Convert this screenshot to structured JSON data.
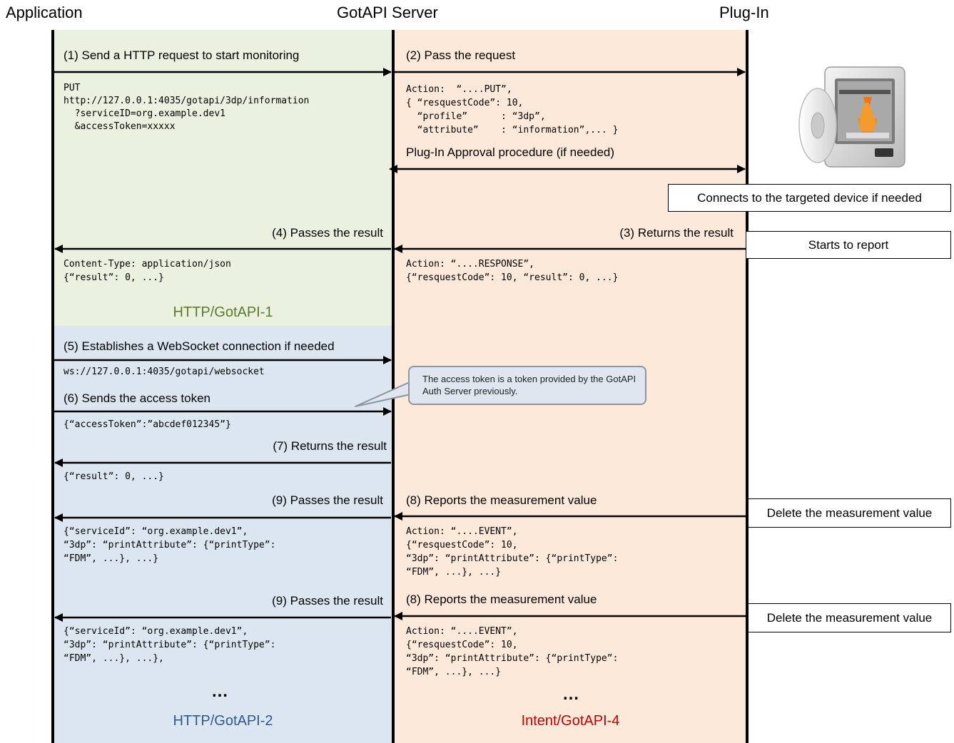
{
  "headers": {
    "application": "Application",
    "server": "GotAPI Server",
    "plugin": "Plug-In"
  },
  "colors": {
    "green_region": "#ebf1df",
    "blue_region": "#dce6f1",
    "peach_region": "#fde9d9",
    "green_text": "#5b7a2e",
    "blue_text": "#2e5a8e",
    "red_text": "#c00000"
  },
  "messages": {
    "m1": "(1) Send a HTTP request to start monitoring",
    "m2": "(2) Pass the request",
    "approval": "Plug-In Approval procedure (if needed)",
    "m3": "(3) Returns the result",
    "m4": "(4) Passes the result",
    "m5": "(5) Establishes a WebSocket connection if needed",
    "m6": "(6) Sends the access token",
    "m7": "(7) Returns the result",
    "m8a": "(8) Reports the measurement value",
    "m9a": "(9) Passes the result",
    "m8b": "(8) Reports the measurement value",
    "m9b": "(9) Passes the result"
  },
  "code": {
    "c1": "PUT\nhttp://127.0.0.1:4035/gotapi/3dp/information\n  ?serviceID=org.example.dev1\n  &accessToken=xxxxx",
    "c2": "Action:  “....PUT”,\n{ “resquestCode”: 10,\n  “profile”      : “3dp”,\n  “attribute”    : “information”,... }",
    "c4": "Content-Type: application/json\n{“result”: 0, ...}",
    "c3": "Action: “....RESPONSE”,\n{“resquestCode”: 10, “result”: 0, ...}",
    "c5": "ws://127.0.0.1:4035/gotapi/websocket",
    "c6": "{“accessToken”:”abcdef012345”}",
    "c7": "{“result”: 0, ...}",
    "c9a": "{“serviceId”: “org.example.dev1”,\n“3dp”: “printAttribute”: {“printType”:\n“FDM”, ...}, ...}",
    "c8a": "Action: “....EVENT”,\n{“resquestCode”: 10,\n“3dp”: “printAttribute”: {“printType”:\n“FDM”, ...}, ...}",
    "c9b": "{“serviceId”: “org.example.dev1”,\n“3dp”: “printAttribute”: {“printType”:\n“FDM”, ...}, ...},",
    "c8b": "Action: “....EVENT”,\n{“resquestCode”: 10,\n“3dp”: “printAttribute”: {“printType”:\n“FDM”, ...}, ...}"
  },
  "boxes": {
    "connects": "Connects to the targeted device if needed",
    "starts": "Starts to report",
    "delete1": "Delete the measurement value",
    "delete2": "Delete the measurement value"
  },
  "callout": "The access token is a token provided by the GotAPI Auth Server previously.",
  "protocols": {
    "http1": "HTTP/GotAPI-1",
    "http2": "HTTP/GotAPI-2",
    "intent4": "Intent/GotAPI-4"
  },
  "ellipsis": "…",
  "icons": {
    "device": "3d-printer-icon"
  }
}
